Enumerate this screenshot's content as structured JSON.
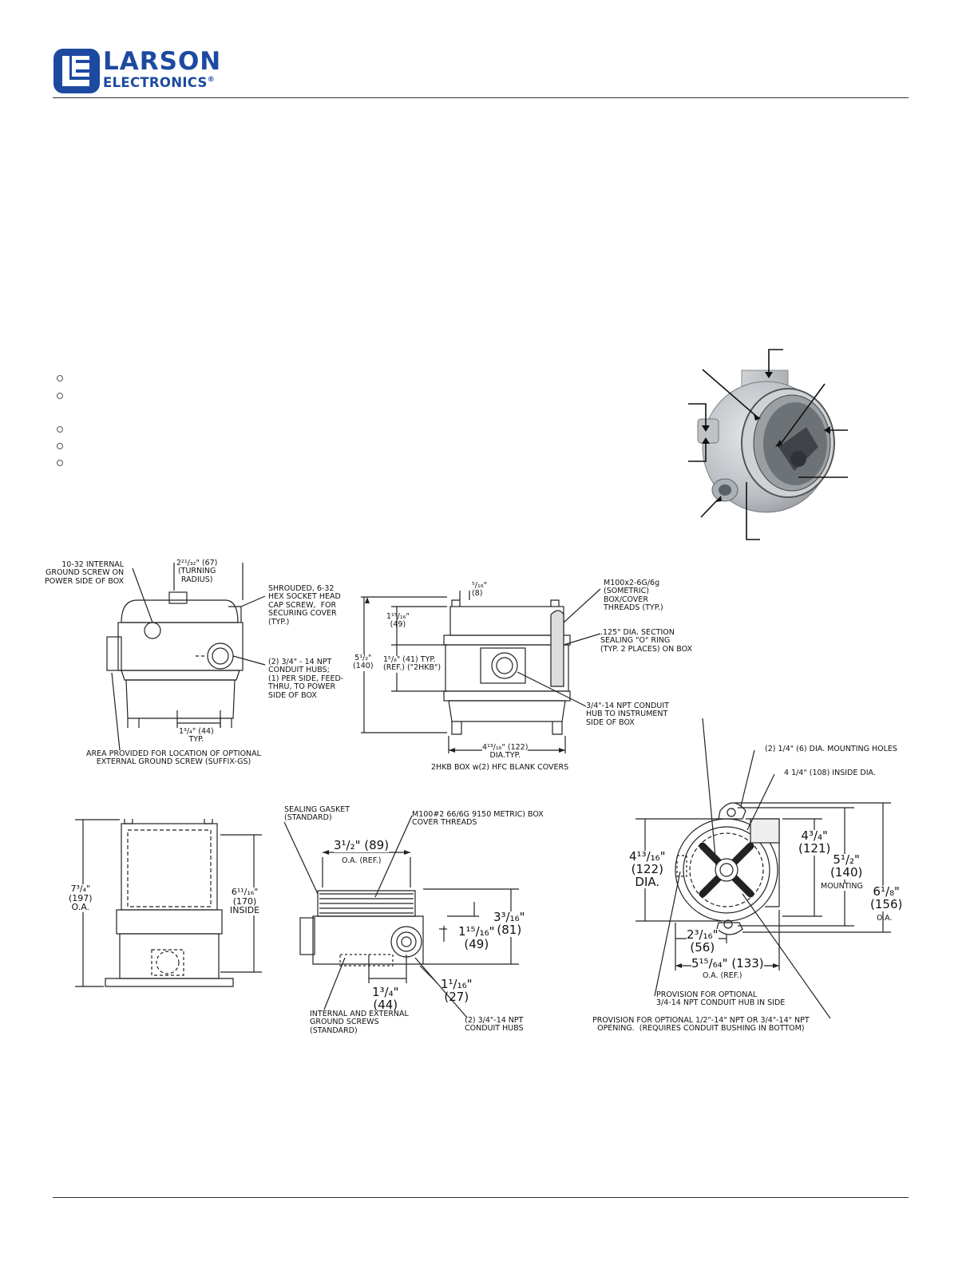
{
  "brand": {
    "name_line1": "LARSON",
    "name_line2": "ELECTRONICS",
    "registered": "®",
    "primary_color": "#1d4aa0"
  },
  "drawing_labels": {
    "side_view": {
      "ground_screw": "10-32 INTERNAL\nGROUND SCREW ON\nPOWER SIDE OF BOX",
      "turning_radius": "2²¹/₃₂\" (67)\n(TURNING\nRADIUS)",
      "shrouded_screw": "SHROUDED, 6-32\nHEX SOCKET HEAD\nCAP SCREW,  FOR\nSECURING COVER\n(TYP.)",
      "conduit_hubs": "(2) 3/4\" - 14 NPT\nCONDUIT HUBS;\n(1) PER SIDE, FEED-\nTHRU, TO POWER\nSIDE OF BOX",
      "typ_dim": "1³/₄\" (44)\nTYP.",
      "area_provided": "AREA PROVIDED FOR LOCATION OF OPTIONAL\nEXTERNAL GROUND SCREW (SUFFIX-GS)"
    },
    "front_view": {
      "dim_5_16": "⁵/₁₆\"\n(8)",
      "metric_threads": "M100x2-6G/6g\n(SOMETRIC)\nBOX/COVER\nTHREADS (TYP.)",
      "dim_1_15_16": "1¹⁵/₁₆\"\n(49)",
      "o_ring": ".125\" DIA. SECTION\nSEALING \"O\" RING\n(TYP. 2 PLACES) ON BOX",
      "dim_5_1_2": "5¹/₂\"\n(140)",
      "dim_1_5_8": "1⁵/₈\" (41) TYP.\n(REF.) (\"2HKB\")",
      "instrument_hub": "3/4\"-14 NPT CONDUIT\nHUB TO INSTRUMENT\nSIDE OF BOX",
      "dia_typ": "4¹³/₁₆\" (122)\nDIA.TYP.",
      "caption": "2HKB BOX w(2) HFC BLANK COVERS"
    },
    "tall_view": {
      "overall": "7³/₄\"\n(197)\nO.A.",
      "inside": "6¹¹/₁₆\"\n(170)\nINSIDE"
    },
    "section_view": {
      "gasket": "SEALING GASKET\n(STANDARD)",
      "cover_threads": "M100#2 66/6G 9150 METRIC) BOX\nCOVER THREADS",
      "dim_3_1_2": "3¹/₂\" (89)",
      "oa_ref": "O.A. (REF.)",
      "dim_3_3_16": "3³/₁₆\"\n(81)",
      "dim_1_15_16": "1¹⁵/₁₆\"\n(49)",
      "dim_1_3_4": "1³/₄\"\n(44)",
      "dim_1_1_16": "1¹/₁₆\"\n(27)",
      "ground_screws": "INTERNAL AND EXTERNAL\nGROUND SCREWS\n(STANDARD)",
      "hubs": "(2) 3/4\"-14 NPT\nCONDUIT HUBS"
    },
    "plan_view": {
      "mounting_holes": "(2) 1/4\" (6) DIA. MOUNTING HOLES",
      "inside_dia": "4 1/4\" (108) INSIDE DIA.",
      "dia": "4¹³/₁₆\"\n(122)\nDIA.",
      "dim_4_3_4": "4³/₄\"\n(121)",
      "dim_5_1_2": "5¹/₂\"\n(140)",
      "mounting": "MOUNTING",
      "dim_6_1_8": "6¹/₈\"\n(156)",
      "oa": "O.A.",
      "dim_2_3_16": "2³/₁₆\"\n(56)",
      "dim_5_15_64": "5¹⁵/₆₄\" (133)",
      "oa_ref": "O.A. (REF.)",
      "provision_side": "PROVISION FOR OPTIONAL\n3/4-14 NPT CONDUIT HUB IN SIDE",
      "provision_bottom": "PROVISION FOR OPTIONAL 1/2\"-14\" NPT OR 3/4\"-14\" NPT\nOPENING.  (REQUIRES CONDUIT BUSHING IN BOTTOM)"
    }
  }
}
